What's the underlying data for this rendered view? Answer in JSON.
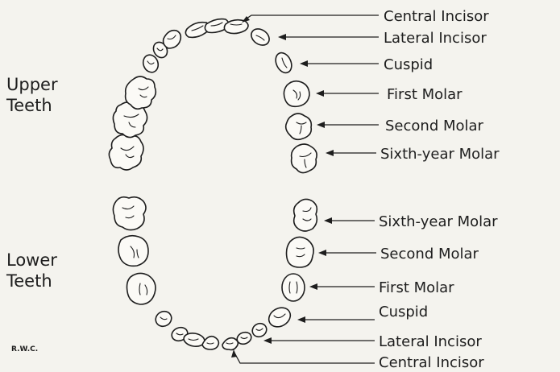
{
  "upper_section": {
    "label_line1": "Upper",
    "label_line2": "Teeth",
    "labels": [
      "Central Incisor",
      "Lateral Incisor",
      "Cuspid",
      "First Molar",
      "Second Molar",
      "Sixth-year Molar"
    ]
  },
  "lower_section": {
    "label_line1": "Lower",
    "label_line2": "Teeth",
    "labels": [
      "Sixth-year Molar",
      "Second Molar",
      "First Molar",
      "Cuspid",
      "Lateral Incisor",
      "Central Incisor"
    ]
  },
  "signature": "R.W.C.",
  "colors": {
    "ink": "#1d1d1d",
    "paper": "#f4f3ee"
  }
}
